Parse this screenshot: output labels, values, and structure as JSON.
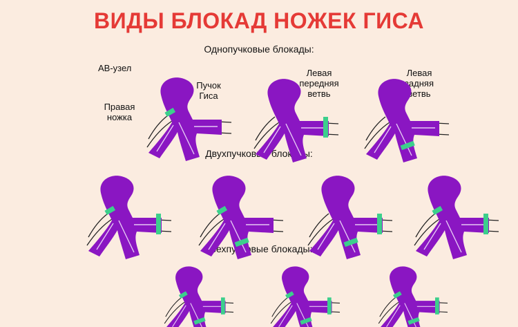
{
  "title": "ВИДЫ БЛОКАД НОЖЕК ГИСА",
  "sections": {
    "single": "Однопучковые блокады:",
    "double": "Двухпучковые блокады:",
    "triple": "Трехпучковые блокады:"
  },
  "labels": {
    "av_node": "АВ-узел",
    "his_bundle_1": "Пучок",
    "his_bundle_2": "Гиса",
    "right_branch_1": "Правая",
    "right_branch_2": "ножка",
    "left_anterior_1": "Левая",
    "left_anterior_2": "передняя",
    "left_anterior_3": "ветвь",
    "left_posterior_1": "Левая",
    "left_posterior_2": "задняя",
    "left_posterior_3": "ветвь"
  },
  "colors": {
    "title": "#e53a36",
    "bundle": "#8a16c2",
    "block_band": "#3ccf8c",
    "background": "#fbece0"
  }
}
